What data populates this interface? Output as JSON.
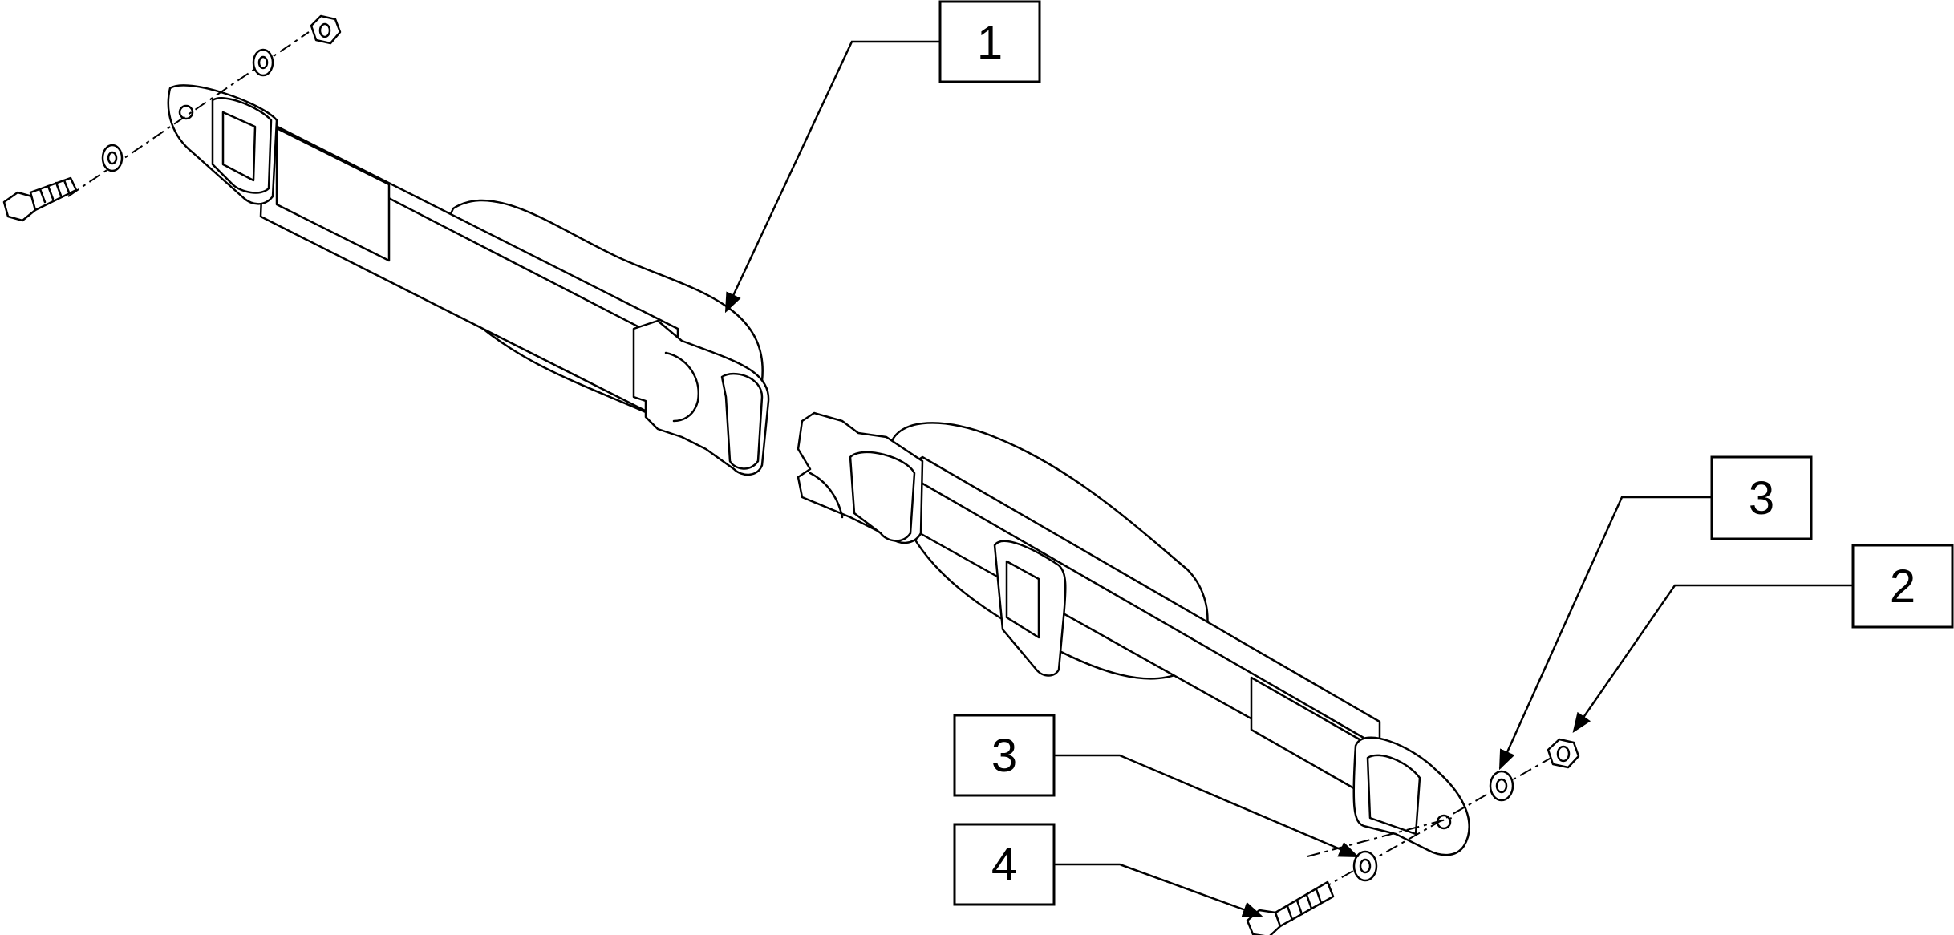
{
  "callouts": [
    {
      "label": "1"
    },
    {
      "label": "3"
    },
    {
      "label": "2"
    },
    {
      "label": "3"
    },
    {
      "label": "4"
    }
  ],
  "colors": {
    "ink": "#000000",
    "paper": "#ffffff"
  }
}
